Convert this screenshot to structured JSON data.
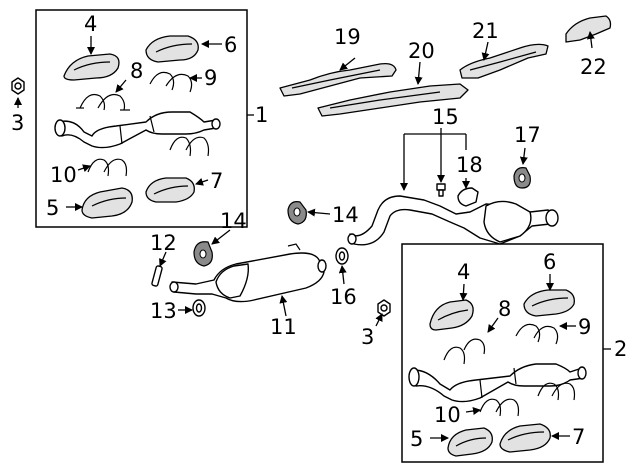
{
  "callouts": {
    "c1": "1",
    "c2": "2",
    "c3a": "3",
    "c3b": "3",
    "c4a": "4",
    "c4b": "4",
    "c5a": "5",
    "c5b": "5",
    "c6a": "6",
    "c6b": "6",
    "c7a": "7",
    "c7b": "7",
    "c8a": "8",
    "c8b": "8",
    "c9a": "9",
    "c9b": "9",
    "c10a": "10",
    "c10b": "10",
    "c11": "11",
    "c12": "12",
    "c13": "13",
    "c14a": "14",
    "c14b": "14",
    "c15": "15",
    "c16": "16",
    "c17": "17",
    "c18": "18",
    "c19": "19",
    "c20": "20",
    "c21": "21",
    "c22": "22"
  }
}
